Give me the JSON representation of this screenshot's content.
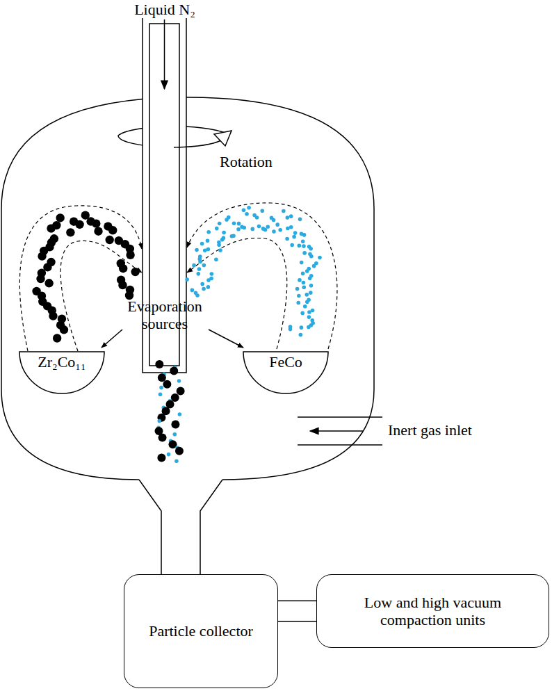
{
  "diagram": {
    "nodes": [
      {
        "text": [
          "Zr₂Co₁₁"
        ]
      },
      {
        "text": [
          "FeCo"
        ]
      },
      {
        "text": [
          "Particle collector"
        ]
      },
      {
        "text": [
          "Low and high vacuum compaction units"
        ]
      }
    ],
    "edges": [
      {
        "from": 2,
        "to": 3,
        "arrow": "none"
      }
    ],
    "labels": [
      "Liquid N₂",
      "Rotation",
      "Evaporation sources",
      "Inert gas inlet"
    ]
  }
}
